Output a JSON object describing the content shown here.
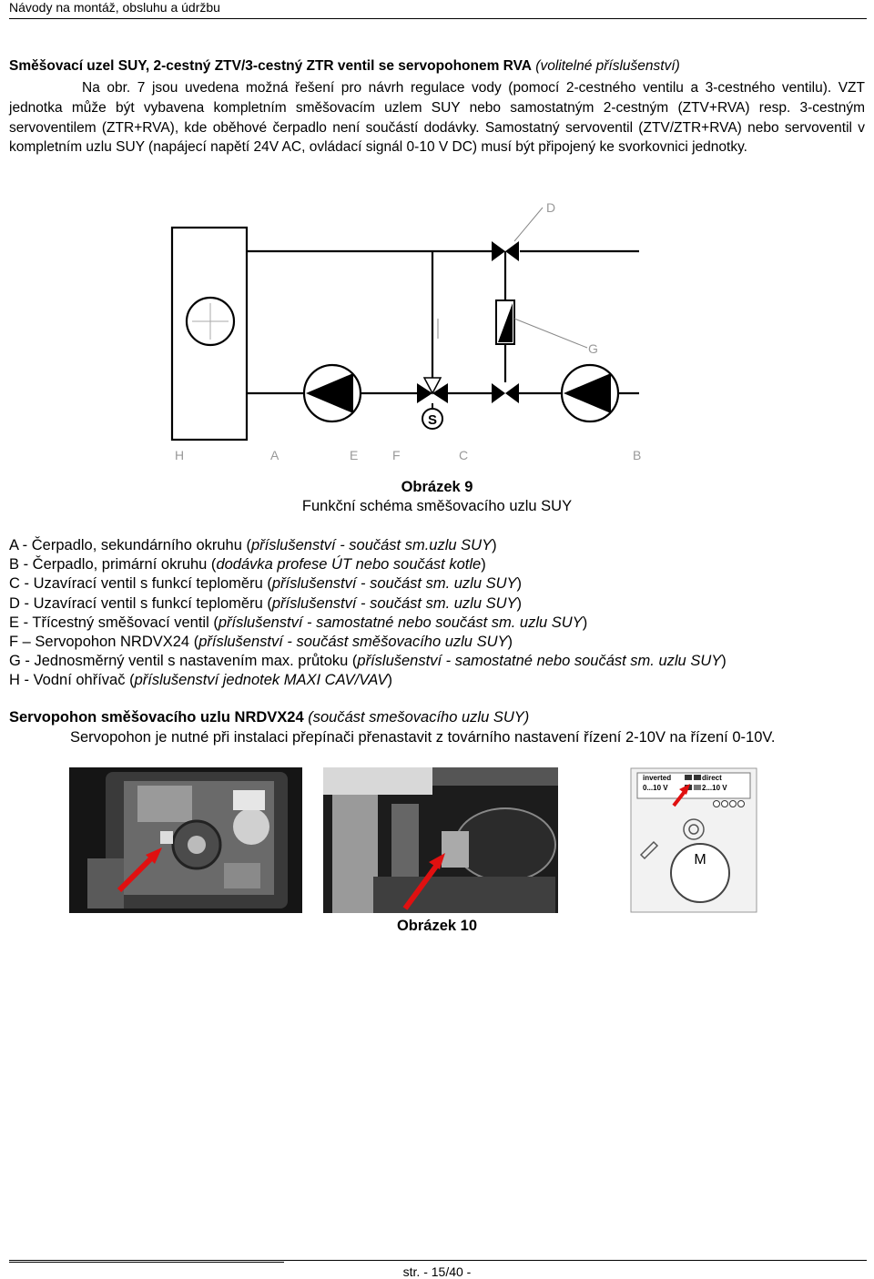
{
  "header": {
    "title": "Návody na montáž, obsluhu a údržbu"
  },
  "section": {
    "title_bold": "Směšovací uzel SUY, 2-cestný ZTV/3-cestný ZTR ventil se servopohonem RVA",
    "title_italic": " (volitelné příslušenství)"
  },
  "intro": {
    "first_line": "Na obr. 7 jsou uvedena možná řešení pro návrh regulace vody (pomocí 2-cestného ventilu a 3-cestného",
    "rest": "ventilu). VZT jednotka může být vybavena kompletním směšovacím uzlem SUY nebo samostatným 2-cestným (ZTV+RVA) resp. 3-cestným servoventilem (ZTR+RVA), kde oběhové čerpadlo není součástí dodávky. Samostatný servoventil (ZTV/ZTR+RVA) nebo servoventil v kompletním uzlu SUY (napájecí napětí 24V AC, ovládací signál 0-10 V DC) musí být připojený ke svorkovnici jednotky."
  },
  "diagram": {
    "labels": {
      "D": "D",
      "G": "G",
      "S": "S",
      "H": "H",
      "A": "A",
      "E": "E",
      "F": "F",
      "C": "C",
      "B": "B"
    }
  },
  "figure9": {
    "title": "Obrázek 9",
    "subtitle": "Funkční schéma směšovacího uzlu  SUY"
  },
  "legend": [
    {
      "prefix": "A - Čerpadlo, sekundárního okruhu (",
      "italic": "příslušenství - součást sm.uzlu SUY",
      "suffix": ")"
    },
    {
      "prefix": "B - Čerpadlo, primární okruhu (",
      "italic": "dodávka profese ÚT nebo součást kotle",
      "suffix": ")"
    },
    {
      "prefix": "C - Uzavírací ventil s funkcí teploměru (",
      "italic": "příslušenství - součást sm. uzlu SUY",
      "suffix": ")"
    },
    {
      "prefix": "D - Uzavírací ventil s funkcí teploměru (",
      "italic": "příslušenství - součást sm. uzlu SUY",
      "suffix": ")"
    },
    {
      "prefix": "E - Třícestný směšovací ventil (",
      "italic": "příslušenství - samostatné nebo součást sm. uzlu SUY",
      "suffix": ")"
    },
    {
      "prefix": "F – Servopohon NRDVX24 (",
      "italic": "příslušenství - součást směšovacího uzlu SUY",
      "suffix": ")"
    },
    {
      "prefix": "G - Jednosměrný ventil s nastavením max. průtoku (",
      "italic": "příslušenství - samostatné nebo součást sm. uzlu SUY",
      "suffix": ")"
    },
    {
      "prefix": "H - Vodní ohřívač (",
      "italic": "příslušenství  jednotek MAXI CAV/VAV",
      "suffix": ")"
    }
  ],
  "servo": {
    "title_bold": "Servopohon směšovacího uzlu NRDVX24",
    "title_italic": " (součást smešovacího uzlu SUY)",
    "text": "Servopohon je nutné při instalaci přepínači přenastavit z továrního nastavení řízení 2-10V na řízení 0-10V."
  },
  "switch_diagram": {
    "inverted": "inverted",
    "direct": "direct",
    "range_0": "0...10 V",
    "range_2": "2...10 V",
    "motor": "M"
  },
  "figure10": {
    "title": "Obrázek 10"
  },
  "footer": {
    "page": "str. - 15/40 -"
  },
  "colors": {
    "arrow": "#e01010"
  }
}
